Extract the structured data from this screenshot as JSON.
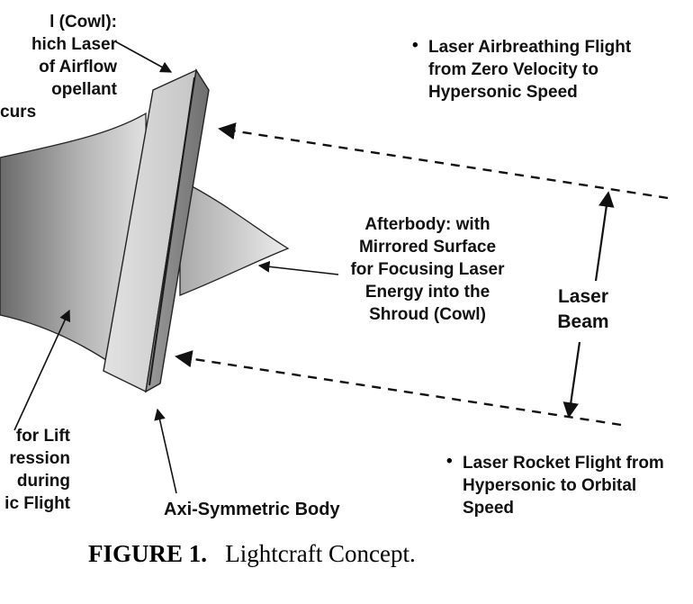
{
  "labels": {
    "shroud": [
      "l (Cowl):",
      "hich Laser",
      "of Airflow",
      "opellant",
      "curs"
    ],
    "airbreathing": [
      "Laser Airbreathing Flight",
      "from Zero Velocity to",
      "Hypersonic Speed"
    ],
    "afterbody": [
      "Afterbody:  with",
      "Mirrored Surface",
      "for Focusing Laser",
      "Energy into the",
      "Shroud (Cowl)"
    ],
    "laser_beam": [
      "Laser",
      "Beam"
    ],
    "forebody": [
      "for Lift",
      "ression",
      "during",
      "ic Flight"
    ],
    "axi_body": "Axi-Symmetric Body",
    "rocket": [
      "Laser Rocket Flight from",
      "Hypersonic to Orbital",
      "Speed"
    ],
    "bullet": "•"
  },
  "caption": {
    "number": "FIGURE 1.",
    "text": "Lightcraft Concept."
  },
  "colors": {
    "ink": "#111111",
    "shroud_face": "#d6d6d6",
    "shroud_side": "#8a8a8a",
    "forebody_dark": "#5a5a5a",
    "forebody_light": "#d4d4d4"
  }
}
